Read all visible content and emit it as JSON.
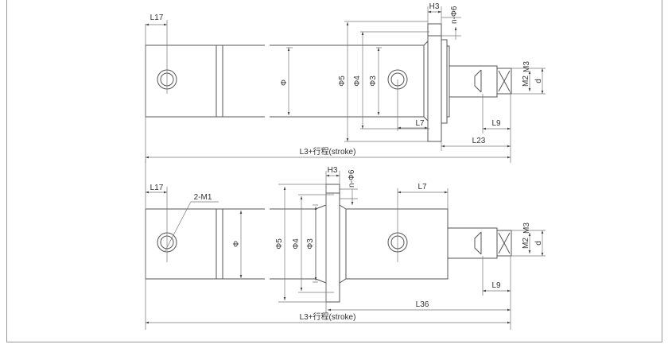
{
  "top_view": {
    "L17": "L17",
    "H3": "H3",
    "n_phi6": "n-Φ6",
    "phi": "Φ",
    "phi5": "Φ5",
    "phi4": "Φ4",
    "phi3": "Φ3",
    "L7": "L7",
    "L9": "L9",
    "L23": "L23",
    "M3": "M3",
    "M2": "M2",
    "d": "d",
    "L3_stroke": "L3+行程(stroke)"
  },
  "bottom_view": {
    "L17": "L17",
    "M1": "2-M1",
    "H3": "H3",
    "n_phi6": "n-Φ6",
    "phi": "Φ",
    "phi5": "Φ5",
    "phi4": "Φ4",
    "phi3": "Φ3",
    "L7": "L7",
    "L9": "L9",
    "L36": "L36",
    "M3": "M3",
    "M2": "M2",
    "d": "d",
    "L3_stroke": "L3+行程(stroke)"
  }
}
